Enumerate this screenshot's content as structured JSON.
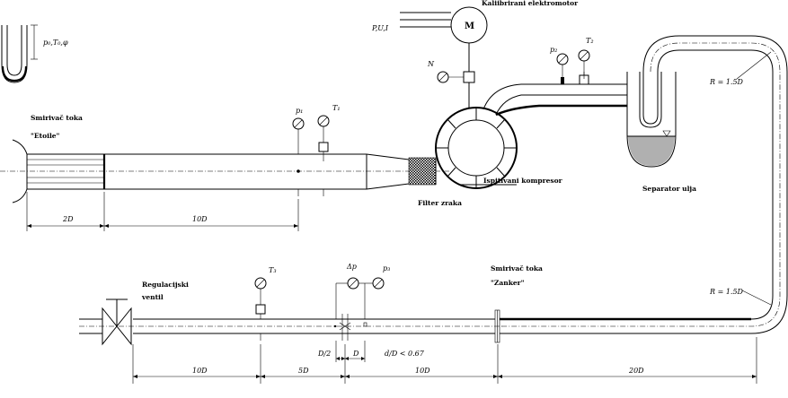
{
  "labels": {
    "electromotor": "Kaliibrirani elektromotor",
    "motor_letter": "M",
    "power_params": "P,U,I",
    "speed": "N",
    "flow_straightener_1_line1": "Smirivač toka",
    "flow_straightener_1_line2": "\"Etoile\"",
    "air_filter": "Filter zraka",
    "compressor": "Ispitivani kompresor",
    "oil_separator": "Separator ulja",
    "regulating_valve_line1": "Regulacijski",
    "regulating_valve_line2": "ventil",
    "flow_straightener_2_line1": "Smirivač toka",
    "flow_straightener_2_line2": "\"Zanker\"",
    "ambient": "p₀,T₀,φ",
    "p1": "p₁",
    "T1": "T₁",
    "p2": "p₂",
    "T2": "T₂",
    "T3": "T₃",
    "dp": "Δp",
    "p3": "p₃",
    "bend_upper": "R = 1.5D",
    "bend_lower": "R = 1.5D"
  },
  "dimensions": {
    "inlet_2D": "2D",
    "inlet_10D": "10D",
    "outlet_10D_a": "10D",
    "outlet_5D": "5D",
    "outlet_10D_b": "10D",
    "outlet_20D": "20D",
    "orifice_D": "D",
    "orifice_D2": "D/2",
    "ratio": "d/D < 0.67"
  }
}
